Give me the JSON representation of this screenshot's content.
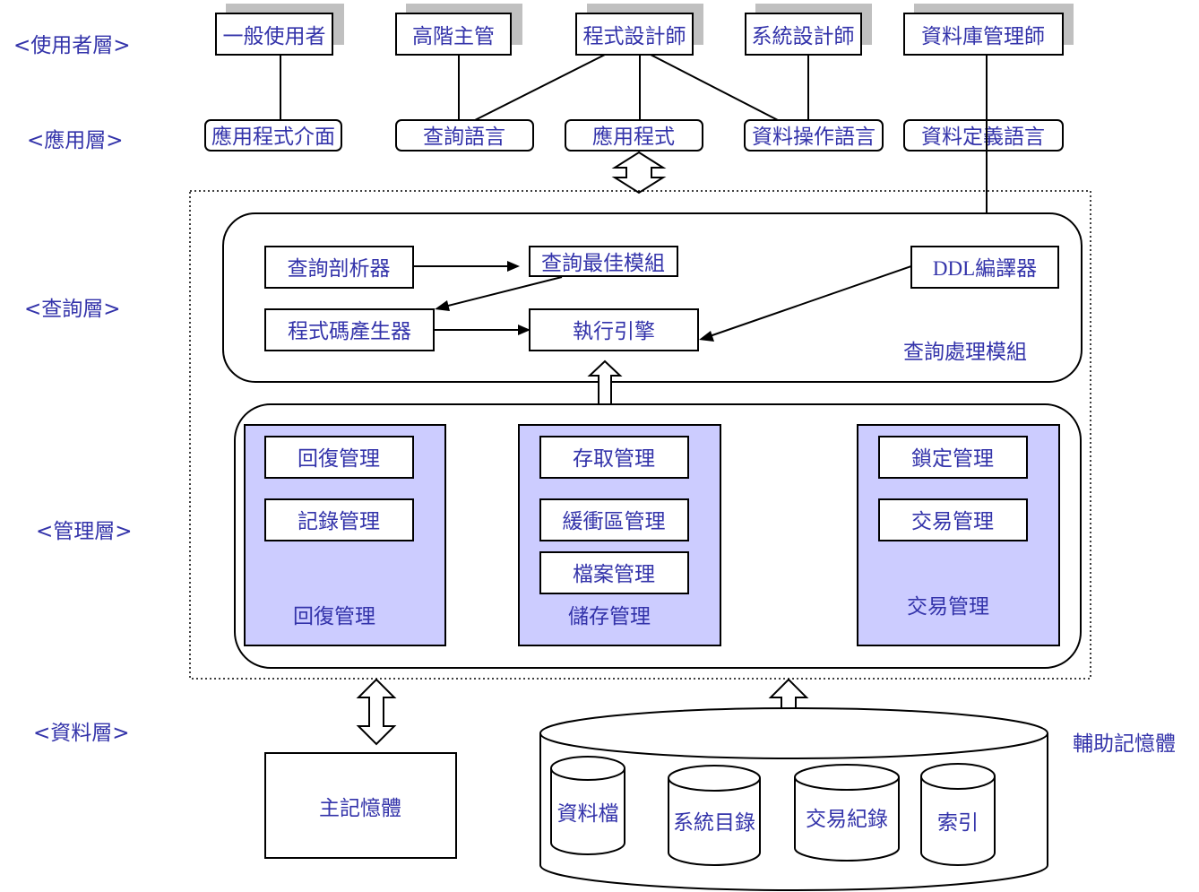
{
  "layers": {
    "user": "<使用者層>",
    "application": "<應用層>",
    "query": "<查詢層>",
    "management": "<管理層>",
    "data": "<資料層>"
  },
  "users": {
    "general_user": "一般使用者",
    "executive": "高階主管",
    "programmer": "程式設計師",
    "system_designer": "系統設計師",
    "dba": "資料庫管理師"
  },
  "applications": {
    "app_interface": "應用程式介面",
    "query_language": "查詢語言",
    "application_program": "應用程式",
    "dml": "資料操作語言",
    "ddl": "資料定義語言"
  },
  "query_layer": {
    "parser": "查詢剖析器",
    "optimizer": "查詢最佳模組",
    "ddl_compiler": "DDL編譯器",
    "code_generator": "程式碼產生器",
    "execution_engine": "執行引擎",
    "module_title": "查詢處理模組"
  },
  "management_layer": {
    "recovery": {
      "title": "回復管理",
      "items": [
        "回復管理",
        "記錄管理"
      ]
    },
    "storage": {
      "title": "儲存管理",
      "items": [
        "存取管理",
        "緩衝區管理",
        "檔案管理"
      ]
    },
    "transaction": {
      "title": "交易管理",
      "items": [
        "鎖定管理",
        "交易管理"
      ]
    }
  },
  "data_layer": {
    "main_memory": "主記憶體",
    "secondary_storage": "輔助記憶體",
    "disks": [
      "資料檔",
      "系統目錄",
      "交易紀錄",
      "索引"
    ]
  },
  "colors": {
    "label_text": "#3333aa",
    "panel_fill": "#ccccff",
    "shadow": "#c0c0c0"
  }
}
